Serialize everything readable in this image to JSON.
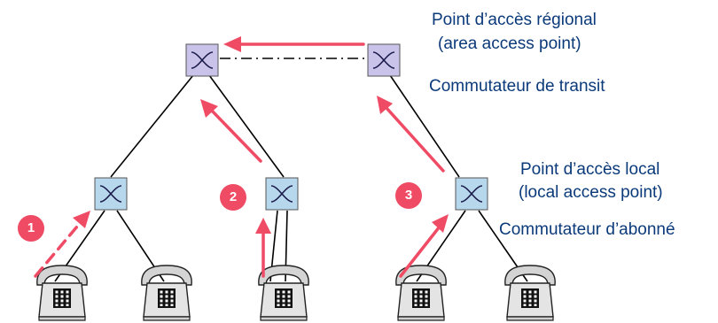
{
  "labels": {
    "regional_access_point": "Point d’accès régional",
    "regional_access_point_en": "(area access point)",
    "transit_switch": "Commutateur de transit",
    "local_access_point": "Point d’accès local",
    "local_access_point_en": "(local access point)",
    "subscriber_switch": "Commutateur d’abonné"
  },
  "steps": [
    "1",
    "2",
    "3"
  ],
  "colors": {
    "regional_switch_fill": "#c9c3ea",
    "local_switch_fill": "#b7d8ec",
    "arrow": "#ef4b65",
    "label_text": "#0b3a7a",
    "link": "#000000"
  },
  "icons": [
    "switch-icon",
    "telephone-icon"
  ]
}
